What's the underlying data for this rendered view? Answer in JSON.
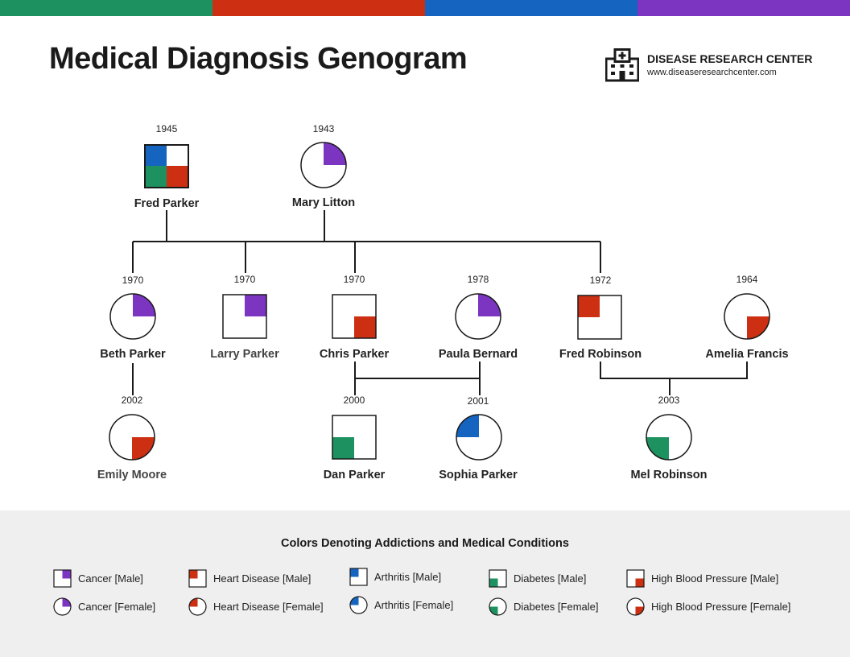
{
  "colors": {
    "cancer": "#7b35c1",
    "heart_disease": "#cc2f12",
    "arthritis": "#1565c0",
    "diabetes": "#1e9160",
    "high_blood_pressure": "#cc2f12"
  },
  "header": {
    "title": "Medical Diagnosis Genogram",
    "org_name": "DISEASE RESEARCH CENTER",
    "org_url": "www.diseaseresearchcenter.com",
    "logo_icon": "hospital-building-icon"
  },
  "people": {
    "fred_parker": {
      "name": "Fred Parker",
      "year": "1945",
      "sex": "male",
      "conditions": [
        "arthritis",
        "diabetes",
        "high_blood_pressure"
      ]
    },
    "mary_litton": {
      "name": "Mary Litton",
      "year": "1943",
      "sex": "female",
      "conditions": [
        "cancer"
      ]
    },
    "beth_parker": {
      "name": "Beth Parker",
      "year": "1970",
      "sex": "female",
      "conditions": [
        "cancer"
      ]
    },
    "larry_parker": {
      "name": "Larry Parker",
      "year": "1970",
      "sex": "male",
      "conditions": [
        "cancer"
      ]
    },
    "chris_parker": {
      "name": "Chris Parker",
      "year": "1970",
      "sex": "male",
      "conditions": [
        "high_blood_pressure"
      ]
    },
    "paula_bernard": {
      "name": "Paula Bernard",
      "year": "1978",
      "sex": "female",
      "conditions": [
        "cancer"
      ]
    },
    "fred_robinson": {
      "name": "Fred Robinson",
      "year": "1972",
      "sex": "male",
      "conditions": [
        "heart_disease"
      ]
    },
    "amelia_francis": {
      "name": "Amelia Francis",
      "year": "1964",
      "sex": "female",
      "conditions": [
        "high_blood_pressure"
      ]
    },
    "emily_moore": {
      "name": "Emily Moore",
      "year": "2002",
      "sex": "female",
      "conditions": [
        "high_blood_pressure"
      ]
    },
    "dan_parker": {
      "name": "Dan Parker",
      "year": "2000",
      "sex": "male",
      "conditions": [
        "diabetes"
      ]
    },
    "sophia_parker": {
      "name": "Sophia Parker",
      "year": "2001",
      "sex": "female",
      "conditions": [
        "arthritis"
      ]
    },
    "mel_robinson": {
      "name": "Mel Robinson",
      "year": "2003",
      "sex": "female",
      "conditions": [
        "diabetes"
      ]
    }
  },
  "legend": {
    "title": "Colors Denoting Addictions and Medical Conditions",
    "items": [
      {
        "label": "Cancer [Male]",
        "condition": "cancer",
        "sex": "male"
      },
      {
        "label": "Cancer [Female]",
        "condition": "cancer",
        "sex": "female"
      },
      {
        "label": "Heart Disease [Male]",
        "condition": "heart_disease",
        "sex": "male"
      },
      {
        "label": "Heart Disease [Female]",
        "condition": "heart_disease",
        "sex": "female"
      },
      {
        "label": "Arthritis [Male]",
        "condition": "arthritis",
        "sex": "male"
      },
      {
        "label": "Arthritis [Female]",
        "condition": "arthritis",
        "sex": "female"
      },
      {
        "label": "Diabetes [Male]",
        "condition": "diabetes",
        "sex": "male"
      },
      {
        "label": "Diabetes [Female]",
        "condition": "diabetes",
        "sex": "female"
      },
      {
        "label": "High Blood Pressure [Male]",
        "condition": "high_blood_pressure",
        "sex": "male"
      },
      {
        "label": "High Blood Pressure [Female]",
        "condition": "high_blood_pressure",
        "sex": "female"
      }
    ]
  }
}
